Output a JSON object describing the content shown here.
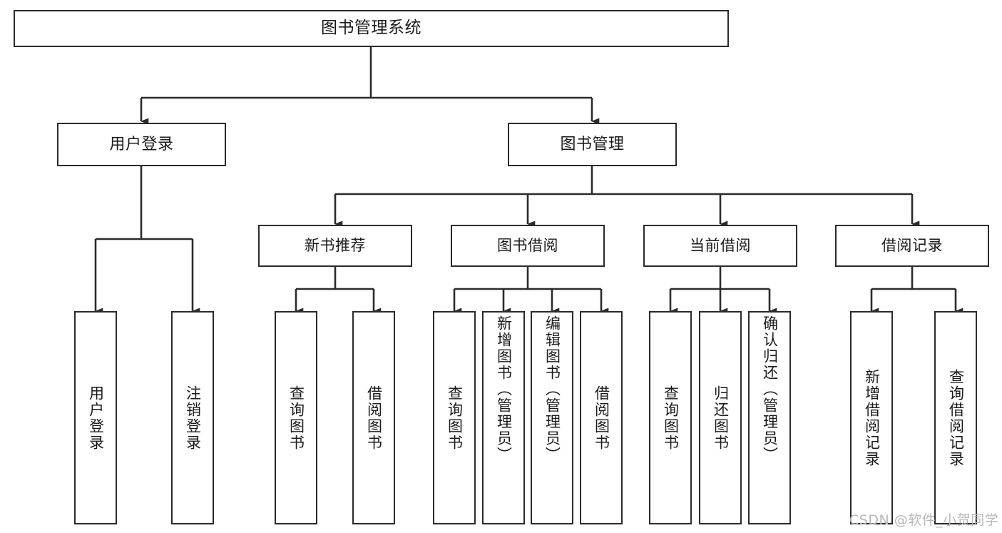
{
  "diagram": {
    "title": "图书管理系统",
    "type": "hierarchy-tree",
    "watermark": "CSDN @软件_小贺同学",
    "colors": {
      "box_border": "#2b2b2b",
      "box_fill": "#ffffff",
      "connector": "#2b2b2b",
      "text": "#1a1a1a",
      "watermark": "#b8b8b8"
    },
    "nodes": {
      "root": {
        "label": "图书管理系统"
      },
      "level2": [
        {
          "id": "user-login",
          "label": "用户登录"
        },
        {
          "id": "book-manage",
          "label": "图书管理"
        }
      ],
      "level3": [
        {
          "id": "new-book-recommend",
          "label": "新书推荐"
        },
        {
          "id": "book-borrow",
          "label": "图书借阅"
        },
        {
          "id": "current-borrow",
          "label": "当前借阅"
        },
        {
          "id": "borrow-record",
          "label": "借阅记录"
        }
      ],
      "leaves": {
        "user-login": [
          {
            "id": "leaf-user-login",
            "label": "用户登录"
          },
          {
            "id": "leaf-logout",
            "label": "注销登录"
          }
        ],
        "new-book-recommend": [
          {
            "id": "leaf-query-book-1",
            "label": "查询图书"
          },
          {
            "id": "leaf-borrow-book-1",
            "label": "借阅图书"
          }
        ],
        "book-borrow": [
          {
            "id": "leaf-query-book-2",
            "label": "查询图书"
          },
          {
            "id": "leaf-add-book",
            "label": "新增图书（管理员）"
          },
          {
            "id": "leaf-edit-book",
            "label": "编辑图书（管理员）"
          },
          {
            "id": "leaf-borrow-book-2",
            "label": "借阅图书"
          }
        ],
        "current-borrow": [
          {
            "id": "leaf-query-book-3",
            "label": "查询图书"
          },
          {
            "id": "leaf-return-book",
            "label": "归还图书"
          },
          {
            "id": "leaf-confirm-return",
            "label": "确认归还（管理员）"
          }
        ],
        "borrow-record": [
          {
            "id": "leaf-add-record",
            "label": "新增借阅记录"
          },
          {
            "id": "leaf-query-record",
            "label": "查询借阅记录"
          }
        ]
      }
    }
  }
}
